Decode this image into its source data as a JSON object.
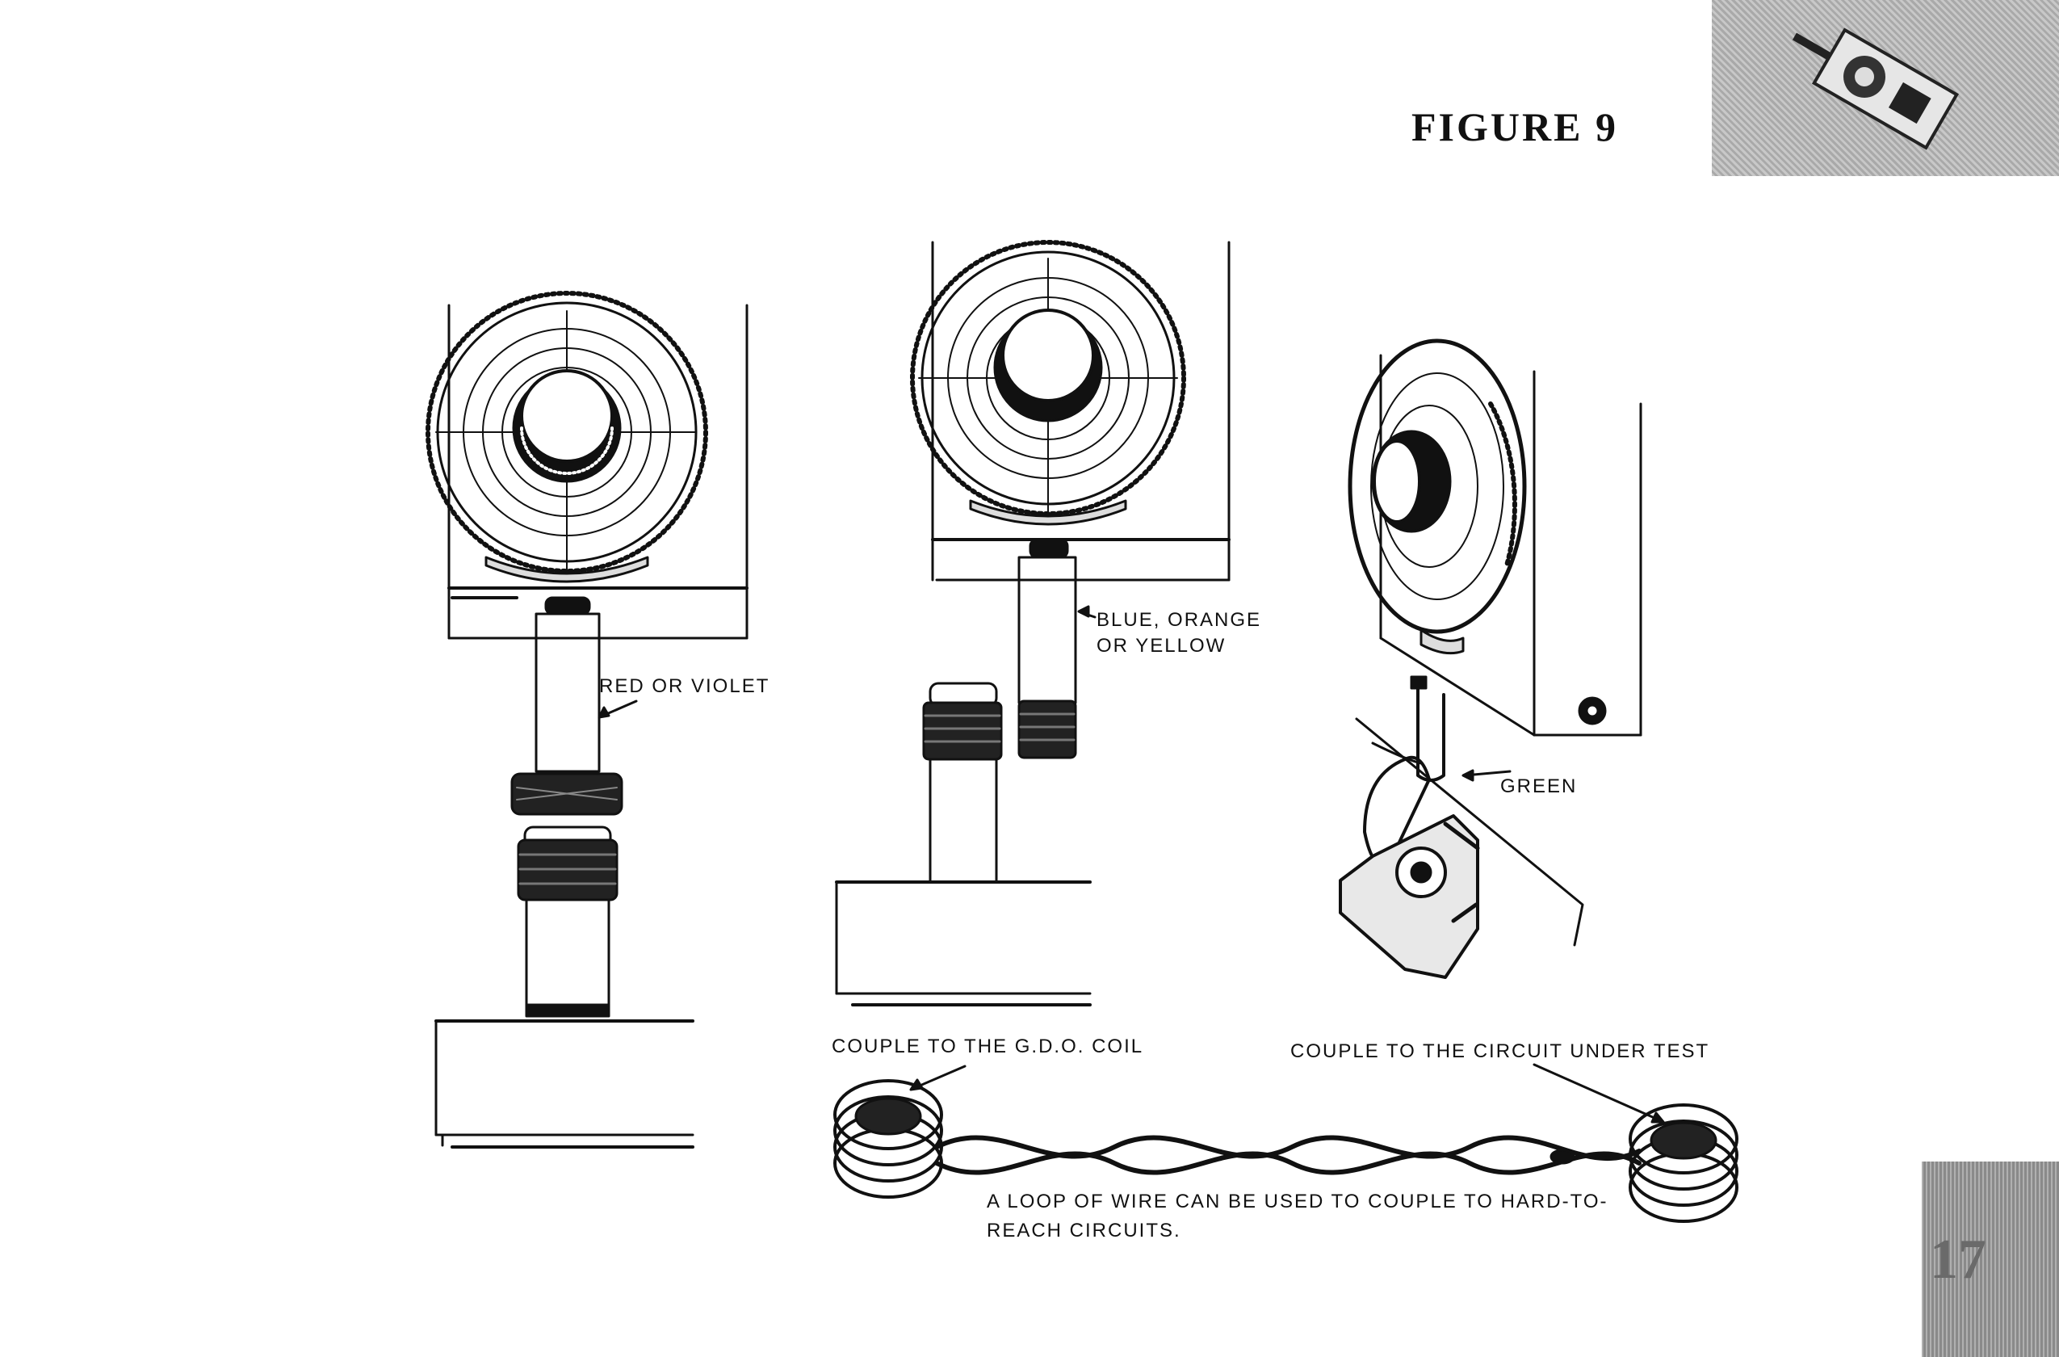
{
  "figure_title": "FIGURE 9",
  "labels": {
    "red_violet": "RED OR VIOLET",
    "blue_orange_1": "BLUE, ORANGE",
    "blue_orange_2": "OR YELLOW",
    "green": "GREEN",
    "couple_gdo": "COUPLE TO THE G.D.O. COIL",
    "couple_circuit": "COUPLE TO THE CIRCUIT UNDER TEST",
    "caption_1": "A LOOP OF WIRE CAN BE USED TO COUPLE TO HARD-TO-",
    "caption_2": "REACH CIRCUITS."
  },
  "page_number": "17"
}
